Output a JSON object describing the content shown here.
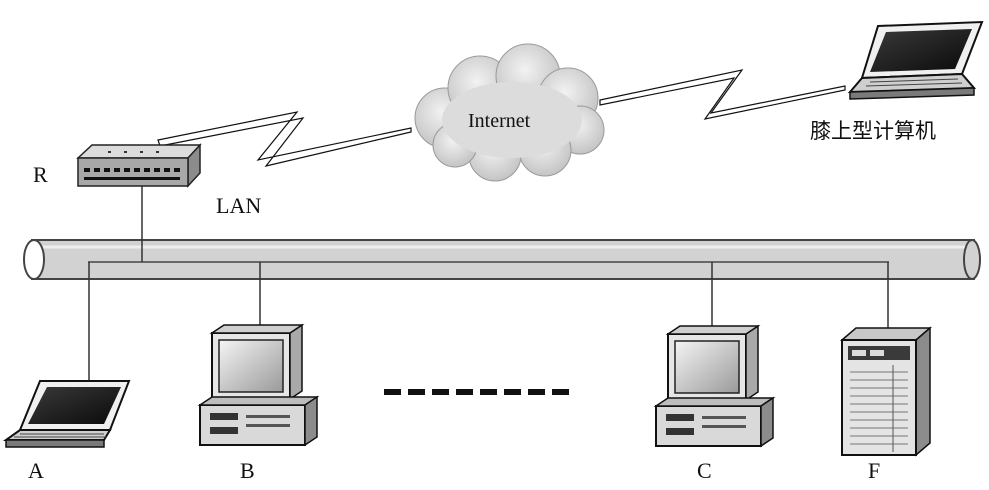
{
  "labels": {
    "router": "R",
    "lan": "LAN",
    "internet": "Internet",
    "remote_laptop": "膝上型计算机",
    "node_a": "A",
    "node_b": "B",
    "node_c": "C",
    "node_f": "F"
  },
  "ellipsis": "........",
  "nodes": [
    {
      "id": "A",
      "kind": "laptop"
    },
    {
      "id": "B",
      "kind": "desktop"
    },
    {
      "id": "C",
      "kind": "desktop"
    },
    {
      "id": "F",
      "kind": "server"
    }
  ],
  "links": [
    {
      "from": "R",
      "to": "Internet",
      "kind": "wan-lightning"
    },
    {
      "from": "Internet",
      "to": "膝上型计算机",
      "kind": "wan-lightning"
    },
    {
      "from": "R",
      "to": "LAN",
      "kind": "wire"
    },
    {
      "from": "A",
      "to": "LAN",
      "kind": "wire"
    },
    {
      "from": "B",
      "to": "LAN",
      "kind": "wire"
    },
    {
      "from": "C",
      "to": "LAN",
      "kind": "wire"
    },
    {
      "from": "F",
      "to": "LAN",
      "kind": "wire"
    }
  ]
}
